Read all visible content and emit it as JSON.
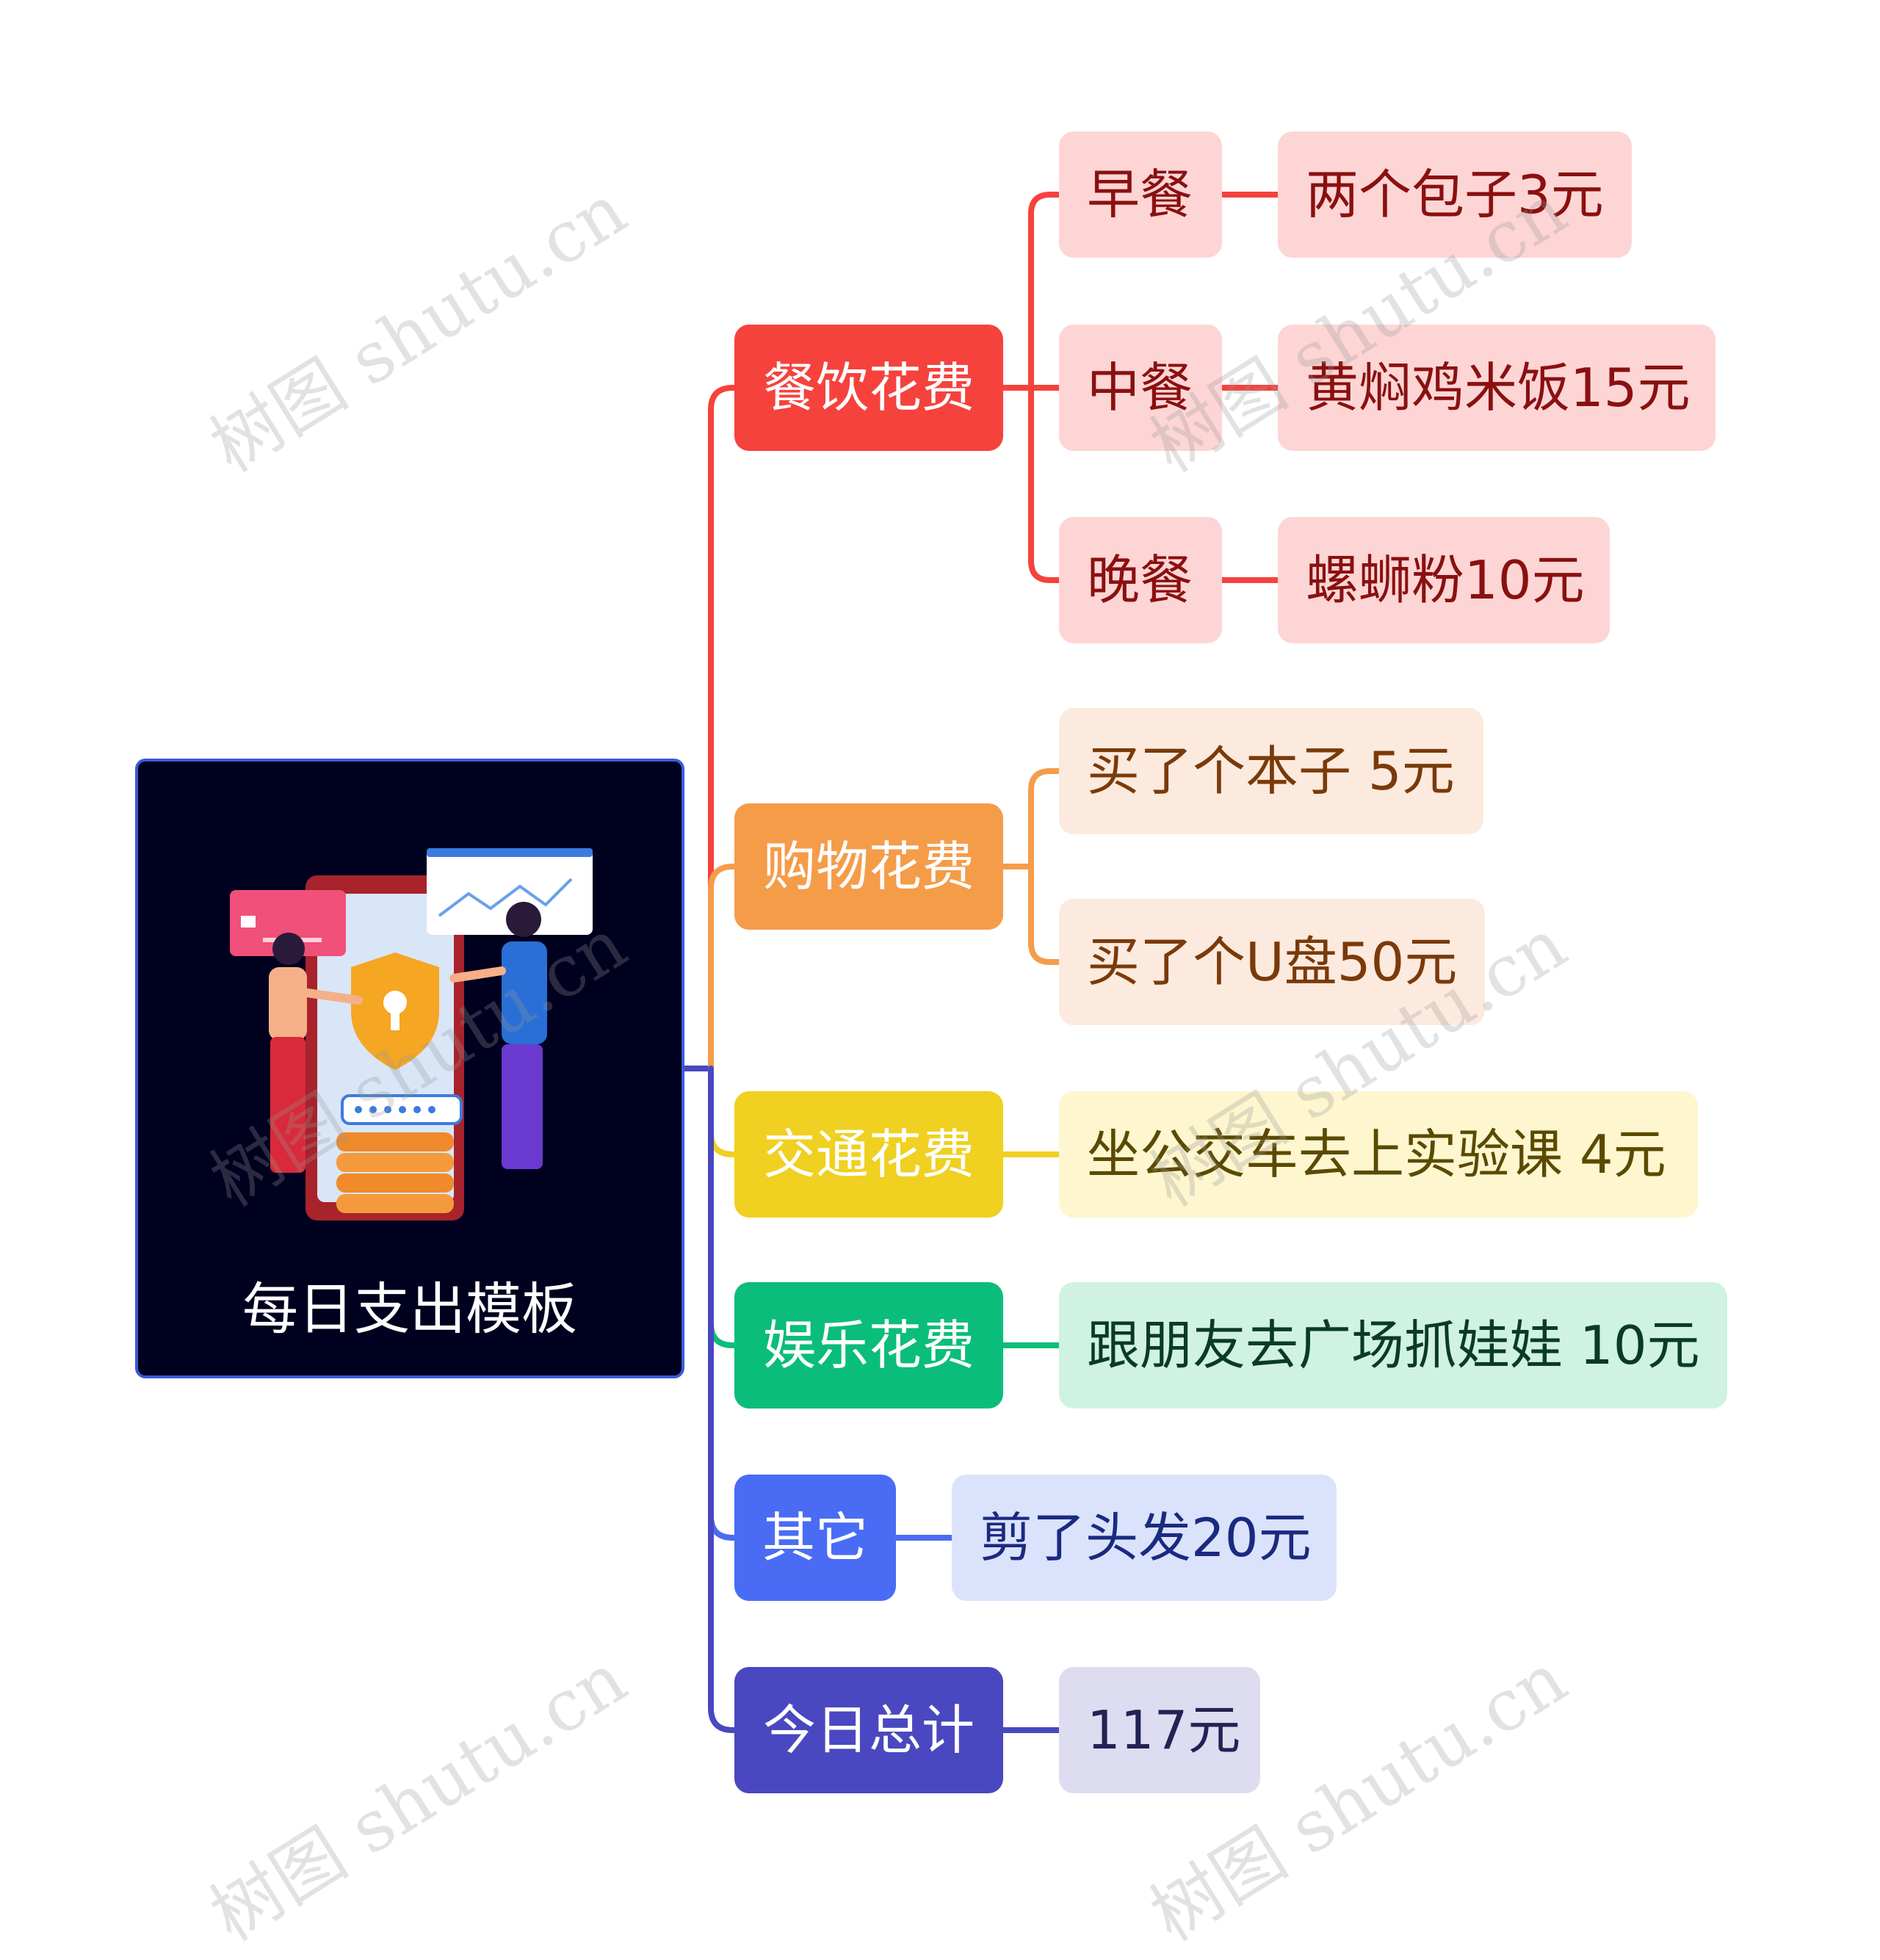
{
  "root": {
    "title": "每日支出模板",
    "illustration": "security-payment-illustration"
  },
  "branches": [
    {
      "id": "dining",
      "label": "餐饮花费",
      "color": "#f5423d",
      "light": "#fdd5d5",
      "text": "#8a1010",
      "children": [
        {
          "label": "早餐",
          "items": [
            "两个包子3元"
          ]
        },
        {
          "label": "中餐",
          "items": [
            "黄焖鸡米饭15元"
          ]
        },
        {
          "label": "晚餐",
          "items": [
            "螺蛳粉10元"
          ]
        }
      ]
    },
    {
      "id": "shopping",
      "label": "购物花费",
      "color": "#f59c49",
      "light": "#fdeade",
      "text": "#7a3a0a",
      "items": [
        "买了个本子 5元",
        "买了个U盘50元"
      ]
    },
    {
      "id": "transport",
      "label": "交通花费",
      "color": "#f0d020",
      "light": "#fdf6cf",
      "text": "#5a4a00",
      "items": [
        "坐公交车去上实验课 4元"
      ]
    },
    {
      "id": "entertainment",
      "label": "娱乐花费",
      "color": "#0bbd7a",
      "light": "#cff2e3",
      "text": "#0a3a28",
      "items": [
        "跟朋友去广场抓娃娃 10元"
      ]
    },
    {
      "id": "other",
      "label": "其它",
      "color": "#4a6cf5",
      "light": "#dbe2fb",
      "text": "#1a2a80",
      "items": [
        "剪了头发20元"
      ]
    },
    {
      "id": "total",
      "label": "今日总计",
      "color": "#4a48c0",
      "light": "#dedcf0",
      "text": "#222255",
      "items": [
        "117元"
      ]
    }
  ],
  "watermark": "树图 shutu.cn",
  "root_line_color": "#4a48c0"
}
